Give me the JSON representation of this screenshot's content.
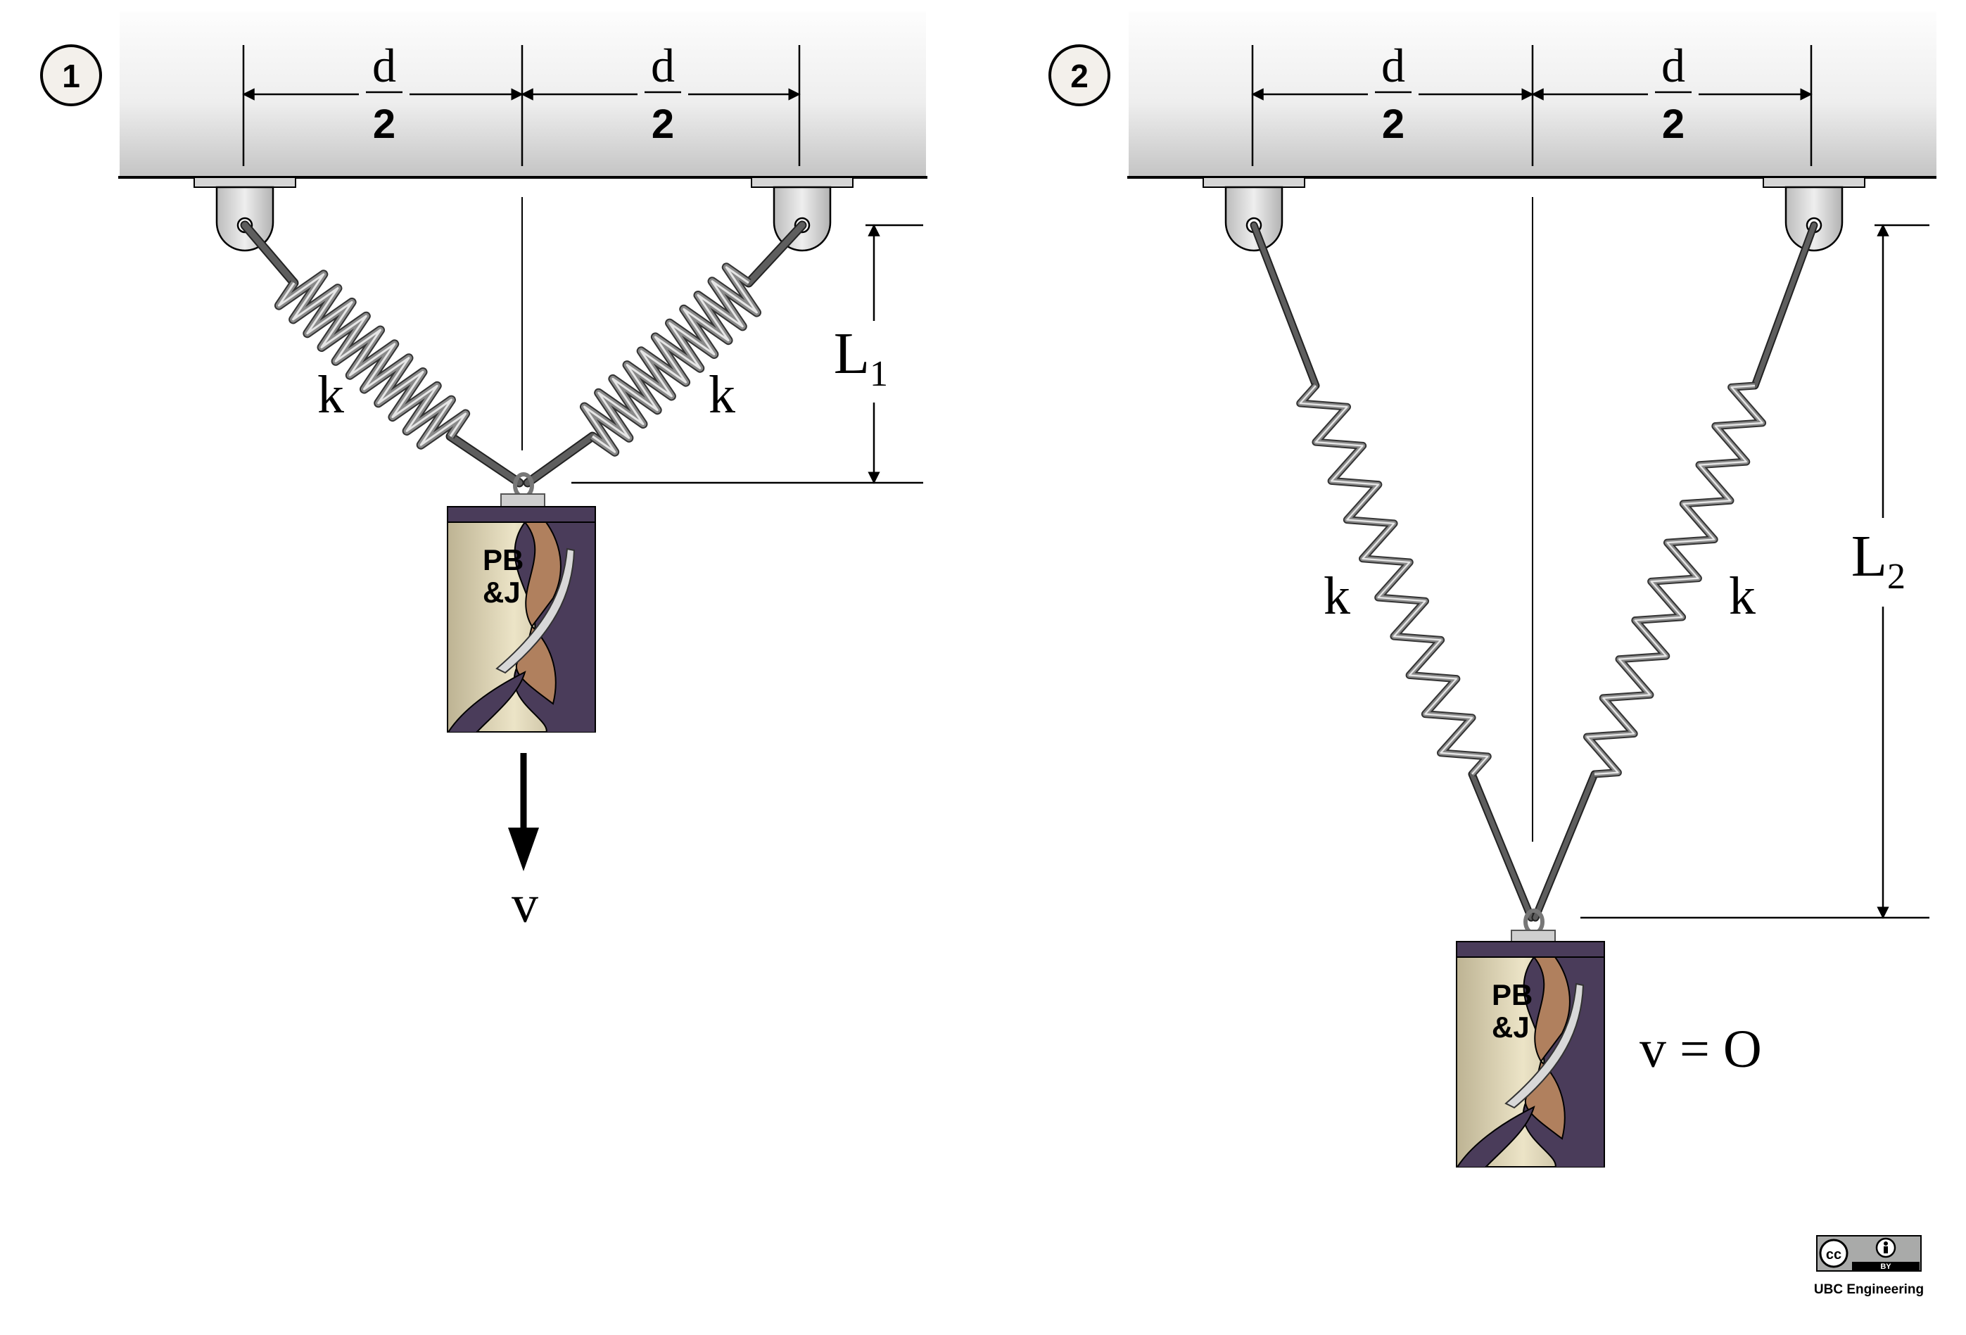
{
  "scenes": [
    {
      "badge": "1",
      "half_label_top": "d",
      "half_label_bottom": "2",
      "spring_label_left": "k",
      "spring_label_right": "k",
      "length_label_main": "L",
      "length_label_sub": "1",
      "velocity_label": "v",
      "can_text_line1": "PB",
      "can_text_line2": "&J"
    },
    {
      "badge": "2",
      "half_label_top": "d",
      "half_label_bottom": "2",
      "spring_label_left": "k",
      "spring_label_right": "k",
      "length_label_main": "L",
      "length_label_sub": "2",
      "velocity_label": "v = O",
      "can_text_line1": "PB",
      "can_text_line2": "&J"
    }
  ],
  "license": {
    "cc_text": "cc",
    "by_text": "BY",
    "credit": "UBC Engineering"
  },
  "colors": {
    "ceiling_light": "#fbfbfb",
    "ceiling_dark": "#c8c8c8",
    "spring": "#8a8a8a",
    "rod": "#5e5e5e",
    "can_purple": "#4a3c5a",
    "can_tan": "#d9cda6",
    "can_copper": "#b0805e"
  }
}
